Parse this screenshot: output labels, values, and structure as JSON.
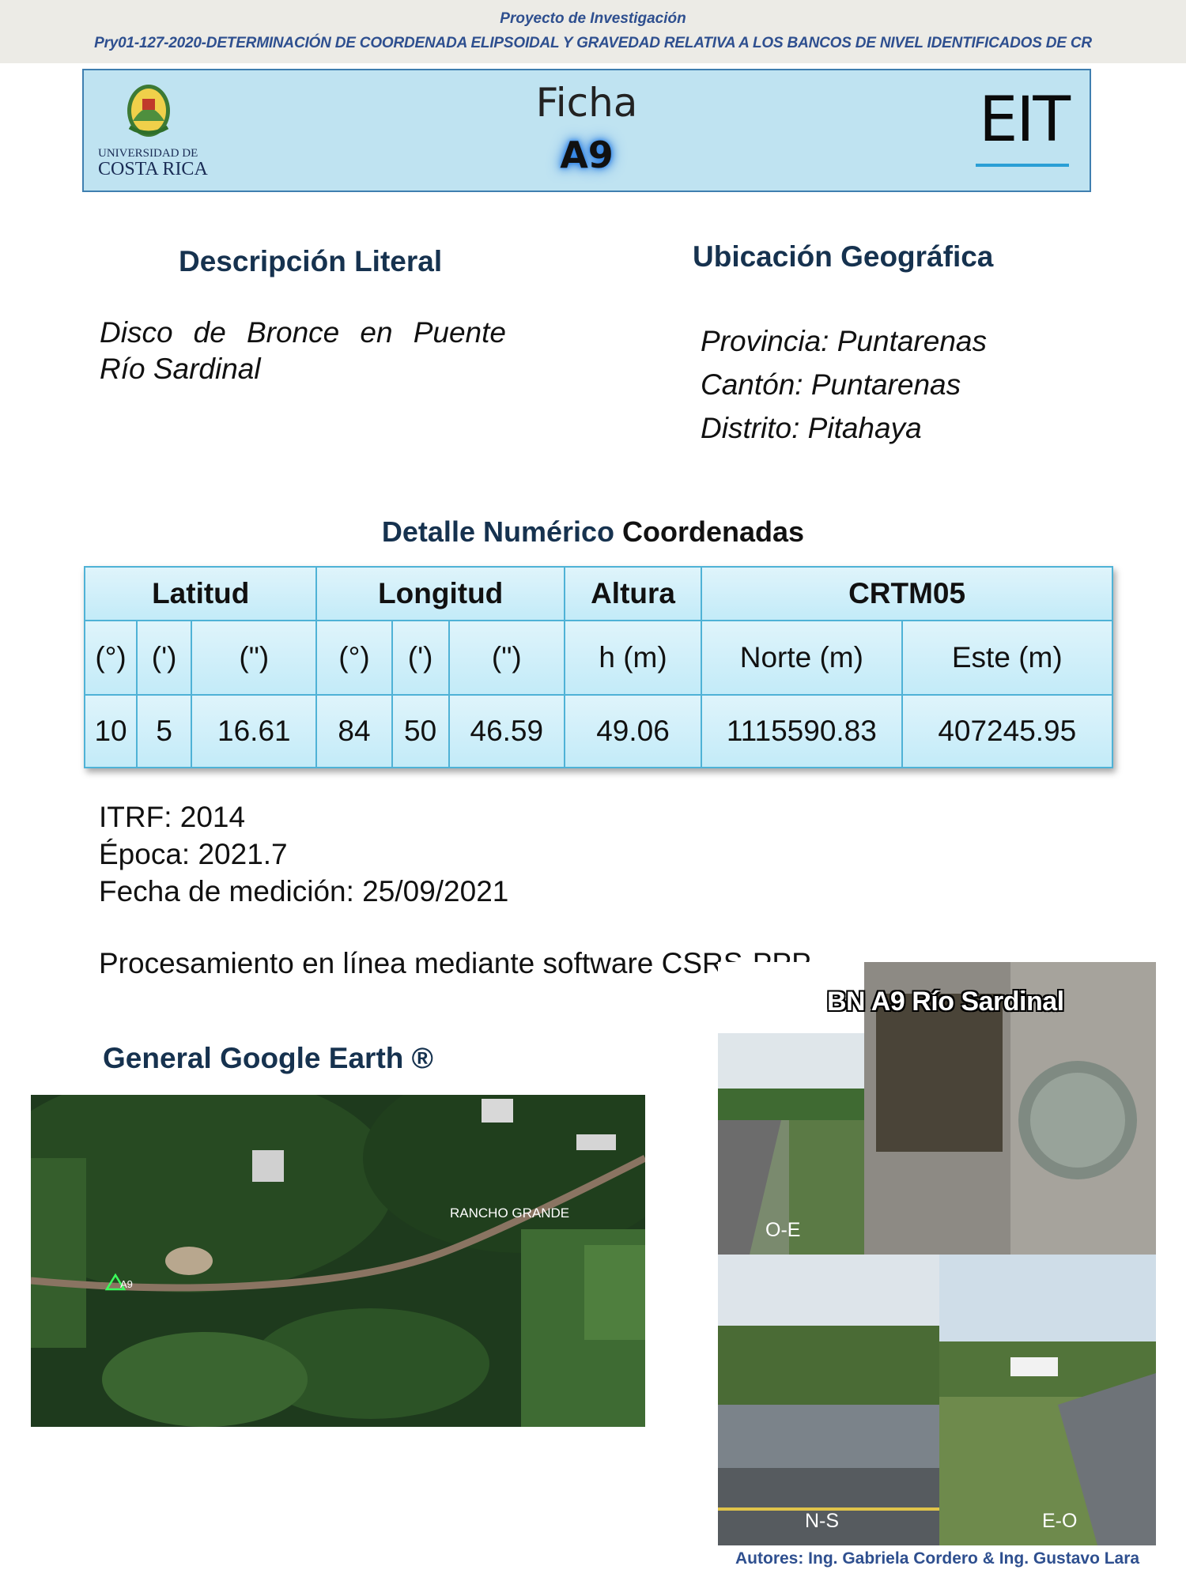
{
  "header_bar": {
    "line1": "Proyecto de Investigación",
    "line2": "Pry01-127-2020-DETERMINACIÓN DE COORDENADA ELIPSOIDAL Y GRAVEDAD RELATIVA A LOS BANCOS DE NIVEL IDENTIFICADOS DE CR"
  },
  "card": {
    "logo_line1": "UNIVERSIDAD DE",
    "logo_line2": "COSTA RICA",
    "title": "Ficha",
    "code": "A9",
    "right_logo": "EIT"
  },
  "descripcion": {
    "heading": "Descripción Literal",
    "text": "Disco de Bronce en Puente Río Sardinal"
  },
  "ubicacion": {
    "heading": "Ubicación Geográfica",
    "provincia": "Provincia: Puntarenas",
    "canton": "Cantón: Puntarenas",
    "distrito": "Distrito: Pitahaya"
  },
  "detalle": {
    "heading_a": "Detalle Numérico",
    "heading_b": "Coordenadas"
  },
  "table": {
    "groups": [
      "Latitud",
      "Longitud",
      "Altura",
      "CRTM05"
    ],
    "units": [
      "(°)",
      "(')",
      "(\")",
      "(°)",
      "(')",
      "(\")",
      "h (m)",
      "Norte (m)",
      "Este (m)"
    ],
    "values": [
      "10",
      "5",
      "16.61",
      "84",
      "50",
      "46.59",
      "49.06",
      "1115590.83",
      "407245.95"
    ]
  },
  "meta": {
    "itrf": "ITRF: 2014",
    "epoca": "Época: 2021.7",
    "fecha": "Fecha de medición: 25/09/2021",
    "procesamiento": "Procesamiento en línea mediante software CSRS-PPP"
  },
  "map": {
    "heading": "General Google Earth ®",
    "place_label": "RANCHO GRANDE",
    "marker_label": "A9"
  },
  "photos": {
    "title": "BN A9 Río Sardinal",
    "labels": [
      "O-E",
      "N-S",
      "E-O"
    ]
  },
  "footer": {
    "authors": "Autores: Ing. Gabriela Cordero & Ing. Gustavo Lara"
  },
  "colors": {
    "header_blue": "#bfe3f1",
    "heading_navy": "#16324f",
    "table_cell": "#c3ebf8",
    "table_border": "#4fb2d6",
    "accent_text": "#2e4f8f"
  }
}
